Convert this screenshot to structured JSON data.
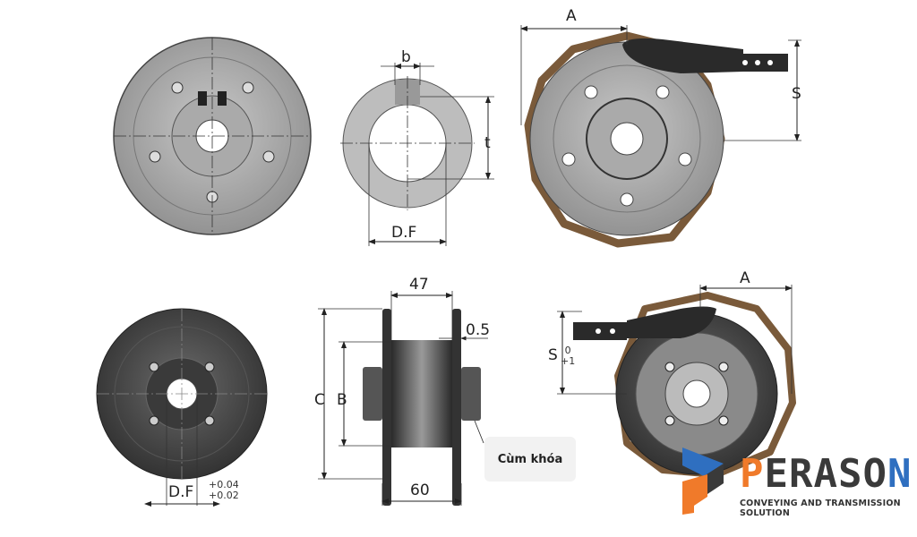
{
  "views": {
    "hub_detail": {
      "width_label": "b",
      "depth_label": "t",
      "bore_label": "D.F"
    },
    "chain_top": {
      "arm_length_label": "A",
      "offset_label": "S"
    },
    "front_small": {
      "bore_label": "D.F",
      "tolerance_upper": "+0.04",
      "tolerance_lower": "+0.02"
    },
    "side_view": {
      "width_label": "47",
      "gap_label": "0.5",
      "outer_dia_label": "C",
      "inner_dia_label": "B",
      "total_width_label": "60",
      "callout": "Cùm khóa"
    },
    "chain_bottom": {
      "arm_length_label": "A",
      "offset_label": "S",
      "offset_tol_upper": "0",
      "offset_tol_lower": "+1"
    }
  },
  "logo": {
    "letters": [
      "P",
      "ERASO",
      "N"
    ],
    "tagline": "CONVEYING AND TRANSMISSION SOLUTION",
    "colors": {
      "orange": "#f07a2a",
      "blue": "#2f6fc0",
      "dark": "#3a3a3a"
    }
  }
}
